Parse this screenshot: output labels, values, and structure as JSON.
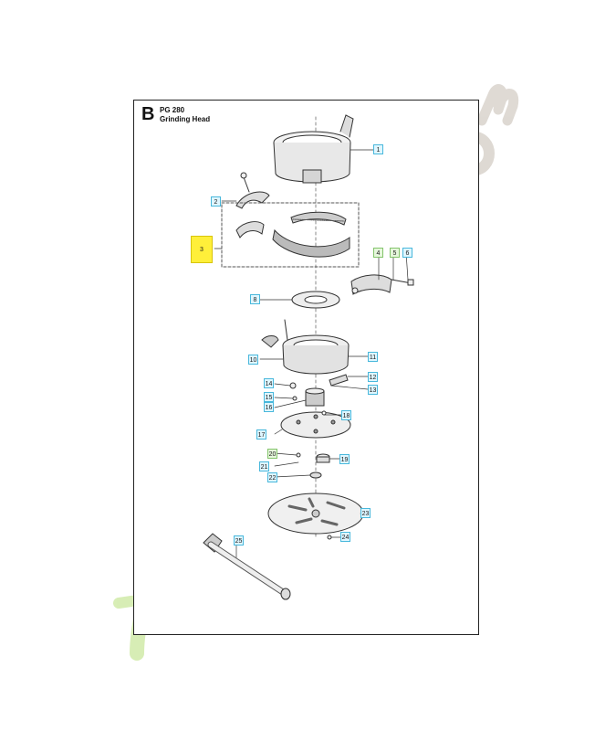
{
  "header": {
    "section_letter": "B",
    "model": "PG 280",
    "subtitle": "Grinding Head"
  },
  "callouts": [
    {
      "id": "c1",
      "label": "1",
      "style": "blue"
    },
    {
      "id": "c2",
      "label": "2",
      "style": "blue"
    },
    {
      "id": "c3",
      "label": "3",
      "style": "yellow"
    },
    {
      "id": "c4",
      "label": "4",
      "style": "green"
    },
    {
      "id": "c5",
      "label": "5",
      "style": "green"
    },
    {
      "id": "c6",
      "label": "6",
      "style": "blue"
    },
    {
      "id": "c8",
      "label": "8",
      "style": "blue"
    },
    {
      "id": "c10",
      "label": "10",
      "style": "blue"
    },
    {
      "id": "c11",
      "label": "11",
      "style": "blue"
    },
    {
      "id": "c12",
      "label": "12",
      "style": "blue"
    },
    {
      "id": "c13",
      "label": "13",
      "style": "blue"
    },
    {
      "id": "c14",
      "label": "14",
      "style": "blue"
    },
    {
      "id": "c15",
      "label": "15",
      "style": "blue"
    },
    {
      "id": "c16",
      "label": "16",
      "style": "blue"
    },
    {
      "id": "c17",
      "label": "17",
      "style": "blue"
    },
    {
      "id": "c18",
      "label": "18",
      "style": "blue"
    },
    {
      "id": "c19",
      "label": "19",
      "style": "blue"
    },
    {
      "id": "c20",
      "label": "20",
      "style": "green"
    },
    {
      "id": "c21",
      "label": "21",
      "style": "blue"
    },
    {
      "id": "c22",
      "label": "22",
      "style": "blue"
    },
    {
      "id": "c23",
      "label": "23",
      "style": "blue"
    },
    {
      "id": "c24",
      "label": "24",
      "style": "blue"
    },
    {
      "id": "c25",
      "label": "25",
      "style": "blue"
    }
  ],
  "watermark": {
    "text": "Forêt&Jardin.com",
    "colors": {
      "primary": "#b8e07a",
      "secondary": "#c4bbb0"
    }
  }
}
